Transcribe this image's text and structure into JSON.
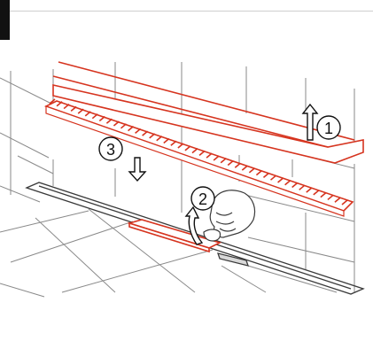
{
  "steps": [
    {
      "id": 1,
      "label": "1"
    },
    {
      "id": 2,
      "label": "2"
    },
    {
      "id": 3,
      "label": "3"
    }
  ],
  "colors": {
    "accent": "#d6341f",
    "line": "#3a3a3a",
    "tile_line": "#8a8a8a",
    "background": "#ffffff"
  },
  "icons": [
    "up-arrow-icon",
    "down-arrow-icon",
    "curved-lift-arrow-icon",
    "hand-icon"
  ]
}
